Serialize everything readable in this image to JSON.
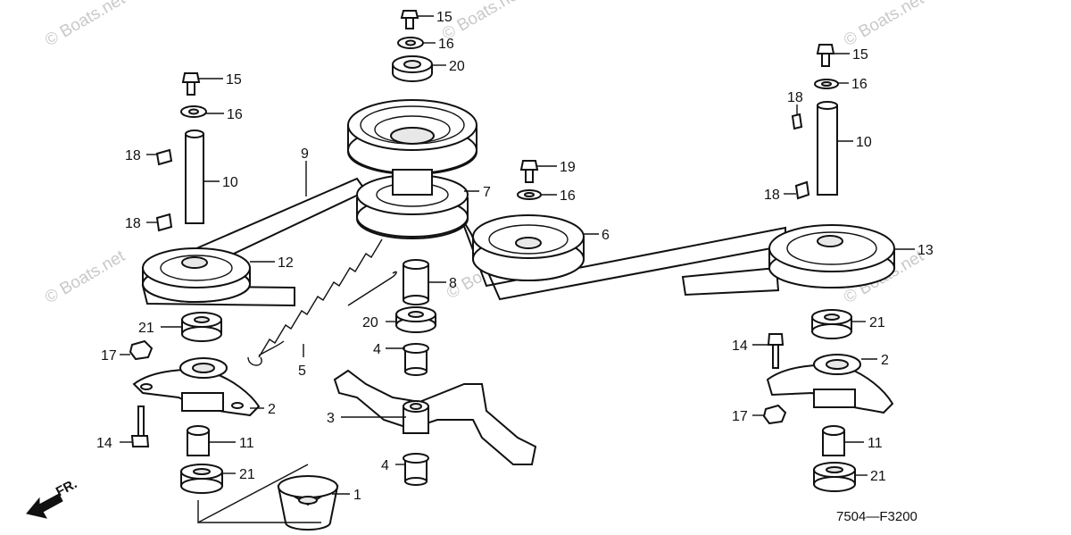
{
  "watermark": "© Boats.net",
  "drawing_code": "7504—F3200",
  "direction_label": "FR.",
  "callouts": [
    {
      "id": "c15a",
      "text": "15"
    },
    {
      "id": "c16a",
      "text": "16"
    },
    {
      "id": "c20a",
      "text": "20"
    },
    {
      "id": "c15b",
      "text": "15"
    },
    {
      "id": "c16b",
      "text": "16"
    },
    {
      "id": "c18a",
      "text": "18"
    },
    {
      "id": "c10a",
      "text": "10"
    },
    {
      "id": "c18b",
      "text": "18"
    },
    {
      "id": "c9",
      "text": "9"
    },
    {
      "id": "c12",
      "text": "12"
    },
    {
      "id": "c7",
      "text": "7"
    },
    {
      "id": "c19",
      "text": "19"
    },
    {
      "id": "c16c",
      "text": "16"
    },
    {
      "id": "c6",
      "text": "6"
    },
    {
      "id": "c15c",
      "text": "15"
    },
    {
      "id": "c16d",
      "text": "16"
    },
    {
      "id": "c18c",
      "text": "18"
    },
    {
      "id": "c10b",
      "text": "10"
    },
    {
      "id": "c18d",
      "text": "18"
    },
    {
      "id": "c13",
      "text": "13"
    },
    {
      "id": "c8",
      "text": "8"
    },
    {
      "id": "c20b",
      "text": "20"
    },
    {
      "id": "c4a",
      "text": "4"
    },
    {
      "id": "c5",
      "text": "5"
    },
    {
      "id": "c21a",
      "text": "21"
    },
    {
      "id": "c17a",
      "text": "17"
    },
    {
      "id": "c2a",
      "text": "2"
    },
    {
      "id": "c14a",
      "text": "14"
    },
    {
      "id": "c11a",
      "text": "11"
    },
    {
      "id": "c21b",
      "text": "21"
    },
    {
      "id": "c1",
      "text": "1"
    },
    {
      "id": "c3",
      "text": "3"
    },
    {
      "id": "c4b",
      "text": "4"
    },
    {
      "id": "c21c",
      "text": "21"
    },
    {
      "id": "c14b",
      "text": "14"
    },
    {
      "id": "c2b",
      "text": "2"
    },
    {
      "id": "c17b",
      "text": "17"
    },
    {
      "id": "c11b",
      "text": "11"
    },
    {
      "id": "c21d",
      "text": "21"
    }
  ]
}
